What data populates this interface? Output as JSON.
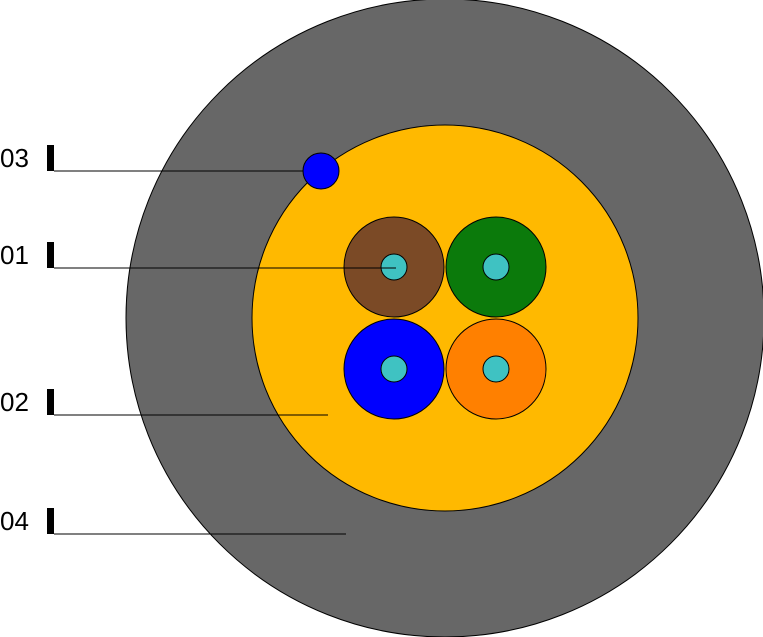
{
  "colors": {
    "outer_jacket": "#676767",
    "inner_layer": "#ffb900",
    "ripcord": "#0000ff",
    "tube_brown": "#7b4a26",
    "tube_green": "#0b7a0b",
    "tube_blue": "#0000ff",
    "tube_orange": "#ff8000",
    "fiber_core": "#3fc2c2",
    "leader_line": "#000000"
  },
  "callouts": [
    {
      "id": "ripcord",
      "label": "03"
    },
    {
      "id": "fiber",
      "label": "01"
    },
    {
      "id": "inner-layer",
      "label": "02"
    },
    {
      "id": "outer-jacket",
      "label": "04"
    }
  ],
  "tubes": [
    {
      "name": "tube-brown",
      "color_key": "tube_brown"
    },
    {
      "name": "tube-green",
      "color_key": "tube_green"
    },
    {
      "name": "tube-blue",
      "color_key": "tube_blue"
    },
    {
      "name": "tube-orange",
      "color_key": "tube_orange"
    }
  ]
}
